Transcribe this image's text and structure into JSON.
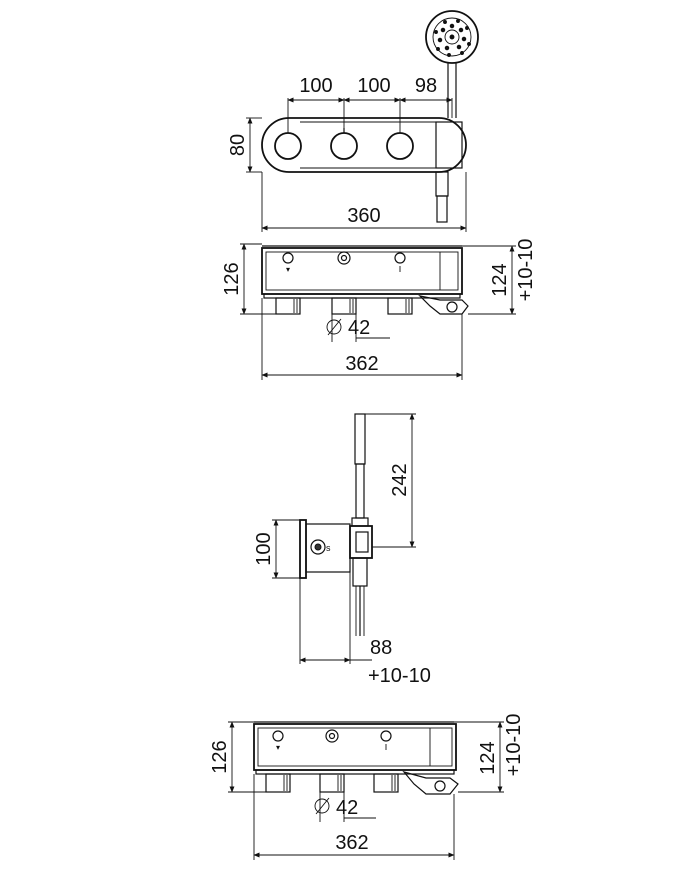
{
  "views": {
    "top": {
      "dims": {
        "spacing_a": "100",
        "spacing_b": "100",
        "spacing_c": "98",
        "height": "80",
        "width": "360"
      }
    },
    "front_1": {
      "dims": {
        "height_left": "126",
        "height_right": "124",
        "tolerance": "+10-10",
        "diameter": "42",
        "width": "362"
      }
    },
    "side": {
      "dims": {
        "height": "100",
        "shower_length": "242",
        "depth": "88",
        "tolerance": "+10-10"
      }
    },
    "front_2": {
      "dims": {
        "height_left": "126",
        "height_right": "124",
        "tolerance": "+10-10",
        "diameter": "42",
        "width": "362"
      }
    }
  },
  "colors": {
    "line": "#111111",
    "background": "#ffffff"
  }
}
